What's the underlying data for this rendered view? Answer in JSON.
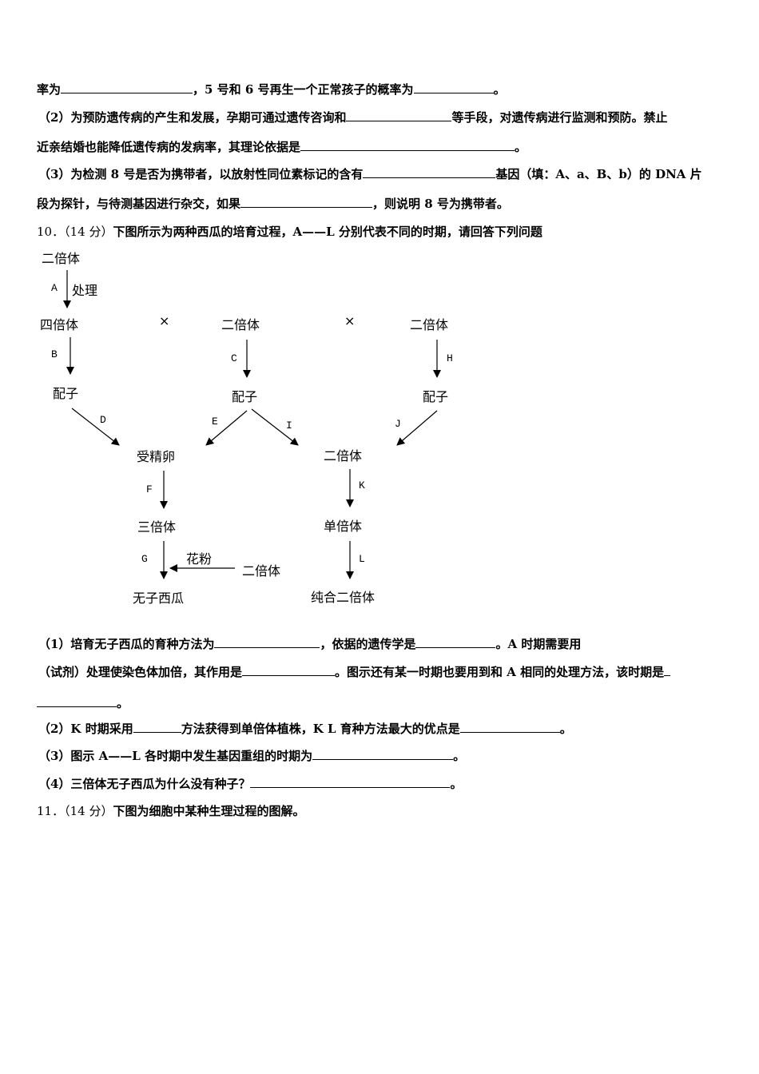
{
  "q9_continued": {
    "line1": {
      "prefix": "率为",
      "blank1_width": 165,
      "middle": "，5 号和 6 号再生一个正常孩子的概率为",
      "blank2_width": 100,
      "suffix": "。"
    },
    "part2": {
      "line1_prefix": "（2）为预防遗传病的产生和发展，孕期可通过遗传咨询和",
      "line1_suffix": "等手段，对遗传病进行监测和预防。禁止",
      "line2_prefix": "近亲结婚也能降低遗传病的发病率，其理论依据是",
      "line2_suffix": "。"
    },
    "part3": {
      "line1_prefix": "（3）为检测 8 号是否为携带者，以放射性同位素标记的含有",
      "line1_suffix": "基因（填：A、a、B、b）的 DNA 片",
      "line2_prefix": "段为探针，与待测基因进行杂交，如果",
      "line2_suffix": "，则说明 8 号为携带者。"
    }
  },
  "q10": {
    "number": "10．",
    "score": "（14 分）",
    "stem": "下图所示为两种西瓜的培育过程，A——L 分别代表不同的时期，请回答下列问题",
    "diagram": {
      "nodes": {
        "diploid_top": "二倍体",
        "tetraploid": "四倍体",
        "diploid_mid": "二倍体",
        "diploid_right": "二倍体",
        "gamete_left": "配子",
        "gamete_mid": "配子",
        "gamete_right": "配子",
        "zygote": "受精卵",
        "diploid_center": "二倍体",
        "triploid": "三倍体",
        "haploid": "单倍体",
        "seedless": "无子西瓜",
        "pure_diploid": "纯合二倍体",
        "diploid_pollen_source": "二倍体",
        "pollen": "花粉",
        "treatment": "处理",
        "cross1": "×",
        "cross2": "×"
      },
      "stage_labels": [
        "A",
        "B",
        "C",
        "D",
        "E",
        "F",
        "G",
        "H",
        "I",
        "J",
        "K",
        "L"
      ]
    },
    "part1": {
      "line1_prefix": "（1）培育无子西瓜的育种方法为",
      "line1_mid": "，依据的遗传学是",
      "line1_suffix": "。A 时期需要用",
      "line2_prefix": "（试剂）处理使染色体加倍，其作用是",
      "line2_suffix": "。图示还有某一时期也要用到和 A 相同的处理方法，该时期是",
      "line3_suffix": "。"
    },
    "part2": {
      "prefix": "（2）K 时期采用",
      "mid": "方法获得到单倍体植株，K L 育种方法最大的优点是",
      "suffix": "。"
    },
    "part3": {
      "prefix": "（3）图示 A——L 各时期中发生基因重组的时期为",
      "suffix": "。"
    },
    "part4": {
      "prefix": "（4）三倍体无子西瓜为什么没有种子？",
      "suffix": "。"
    }
  },
  "q11": {
    "number": "11．",
    "score": "（14 分）",
    "stem": "下图为细胞中某种生理过程的图解。"
  }
}
